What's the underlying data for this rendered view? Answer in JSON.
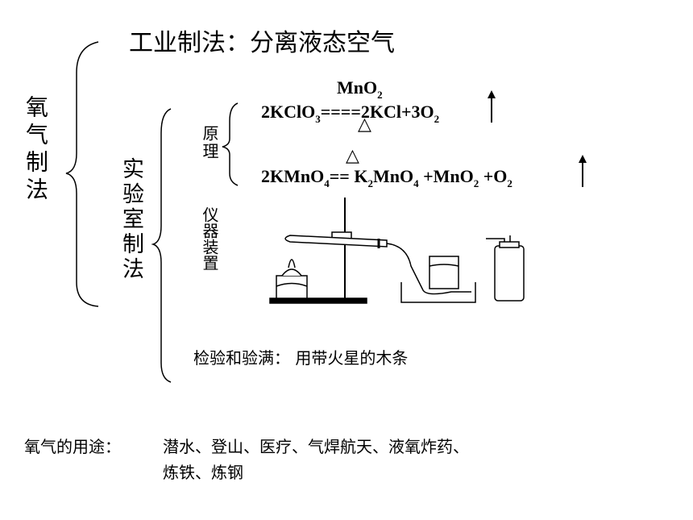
{
  "heading": "工业制法：分离液态空气",
  "oxygen_method": "氧气制法",
  "lab_method": "实验室制法",
  "principle": "原理",
  "apparatus": "仪器装置",
  "eq1": {
    "catalyst": "MnO",
    "catalyst_sub": "2",
    "lhs_a": "2KClO",
    "lhs_sub": "3",
    "arrow": "====",
    "rhs_a": "2KCl+3O",
    "rhs_sub": "2",
    "heat": "△"
  },
  "eq2": {
    "heat": "△",
    "lhs_a": "2KMnO",
    "lhs_sub": "4",
    "arrow": "==",
    "p1": " K",
    "p1_sub": "2",
    "p1b": "MnO",
    "p1b_sub": "4",
    "p2": " +MnO",
    "p2_sub": "2",
    "p3": " +O",
    "p3_sub": "2"
  },
  "test_line": "检验和验满：  用带火星的木条",
  "uses_label": "氧气的用途：",
  "uses_line1": "潜水、登山、医疗、气焊航天、液氧炸药、",
  "uses_line2": "炼铁、炼钢"
}
